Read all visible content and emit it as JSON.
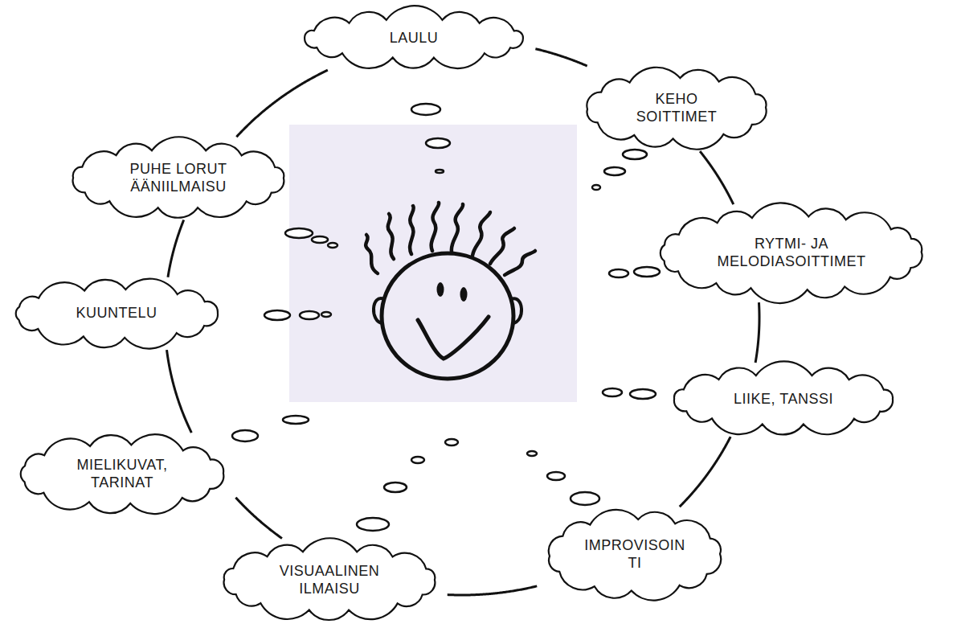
{
  "diagram": {
    "nodes": [
      {
        "text": [
          "LAULU"
        ]
      },
      {
        "text": [
          "KEHO SOITTIMET"
        ]
      },
      {
        "text": [
          "RYTMI- JA MELODIASOITTIMET"
        ]
      },
      {
        "text": [
          "LIIKE, TANSSI"
        ]
      },
      {
        "text": [
          "IMPROVISOIN TI"
        ]
      },
      {
        "text": [
          "VISUAALINEN ILMAISU"
        ]
      },
      {
        "text": [
          "MIELIKUVAT, TARINAT"
        ]
      },
      {
        "text": [
          "KUUNTELU"
        ]
      },
      {
        "text": [
          "PUHE LORUT ÄÄNIILMAISU"
        ]
      }
    ],
    "edges": [
      {
        "from": 0,
        "to": 1,
        "arrow": "none"
      },
      {
        "from": 1,
        "to": 2,
        "arrow": "none"
      },
      {
        "from": 2,
        "to": 3,
        "arrow": "none"
      },
      {
        "from": 3,
        "to": 4,
        "arrow": "none"
      },
      {
        "from": 4,
        "to": 5,
        "arrow": "none"
      },
      {
        "from": 5,
        "to": 6,
        "arrow": "none"
      },
      {
        "from": 6,
        "to": 7,
        "arrow": "none"
      },
      {
        "from": 7,
        "to": 8,
        "arrow": "none"
      },
      {
        "from": 8,
        "to": 0,
        "arrow": "none"
      }
    ]
  }
}
